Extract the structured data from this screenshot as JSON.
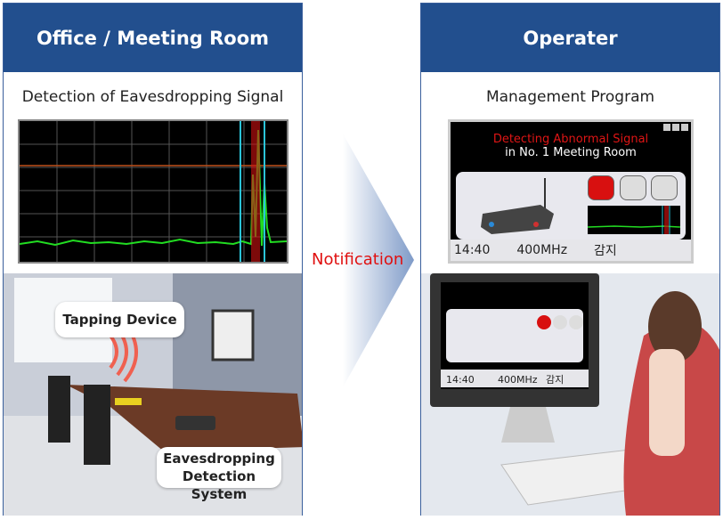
{
  "left": {
    "header": "Office / Meeting Room",
    "subtitle": "Detection of Eavesdropping Signal",
    "bubbles": {
      "tapping": "Tapping Device",
      "detection_line1": "Eavesdropping",
      "detection_line2": "Detection System"
    }
  },
  "arrow": {
    "label": "Notification"
  },
  "right": {
    "header": "Operater",
    "subtitle": "Management Program",
    "app": {
      "alert": "Detecting Abnormal Signal",
      "location": "in No. 1 Meeting Room",
      "time": "14:40",
      "frequency": "400MHz",
      "status": "감지",
      "lamps": [
        "red",
        "gray",
        "gray"
      ]
    }
  },
  "colors": {
    "header": "#224f8e",
    "alert": "#e01515",
    "signal": "#22dd22"
  }
}
